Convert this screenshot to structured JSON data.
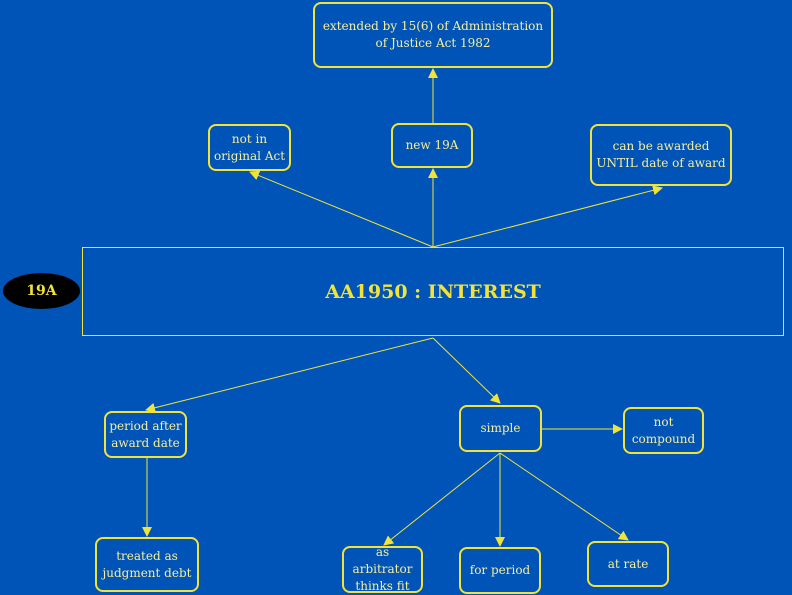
{
  "colors": {
    "background": "#0054b8",
    "accent": "#f2e33a",
    "text": "#f7ee9a",
    "badge_fill": "#000000"
  },
  "badge": "19A",
  "central": "AA1950 : INTEREST",
  "nodes": {
    "extended": "extended by 15(6) of Administration\nof Justice Act 1982",
    "not_in_original": "not in\noriginal Act",
    "new_19a": "new 19A",
    "can_be_awarded": "can be awarded\nUNTIL date of award",
    "period_after": "period after\naward date",
    "simple": "simple",
    "not_compound": "not\ncompound",
    "judgment_debt": "treated as\njudgment debt",
    "as_arbitrator": "as arbitrator\nthinks fit",
    "for_period": "for period",
    "at_rate": "at rate"
  }
}
